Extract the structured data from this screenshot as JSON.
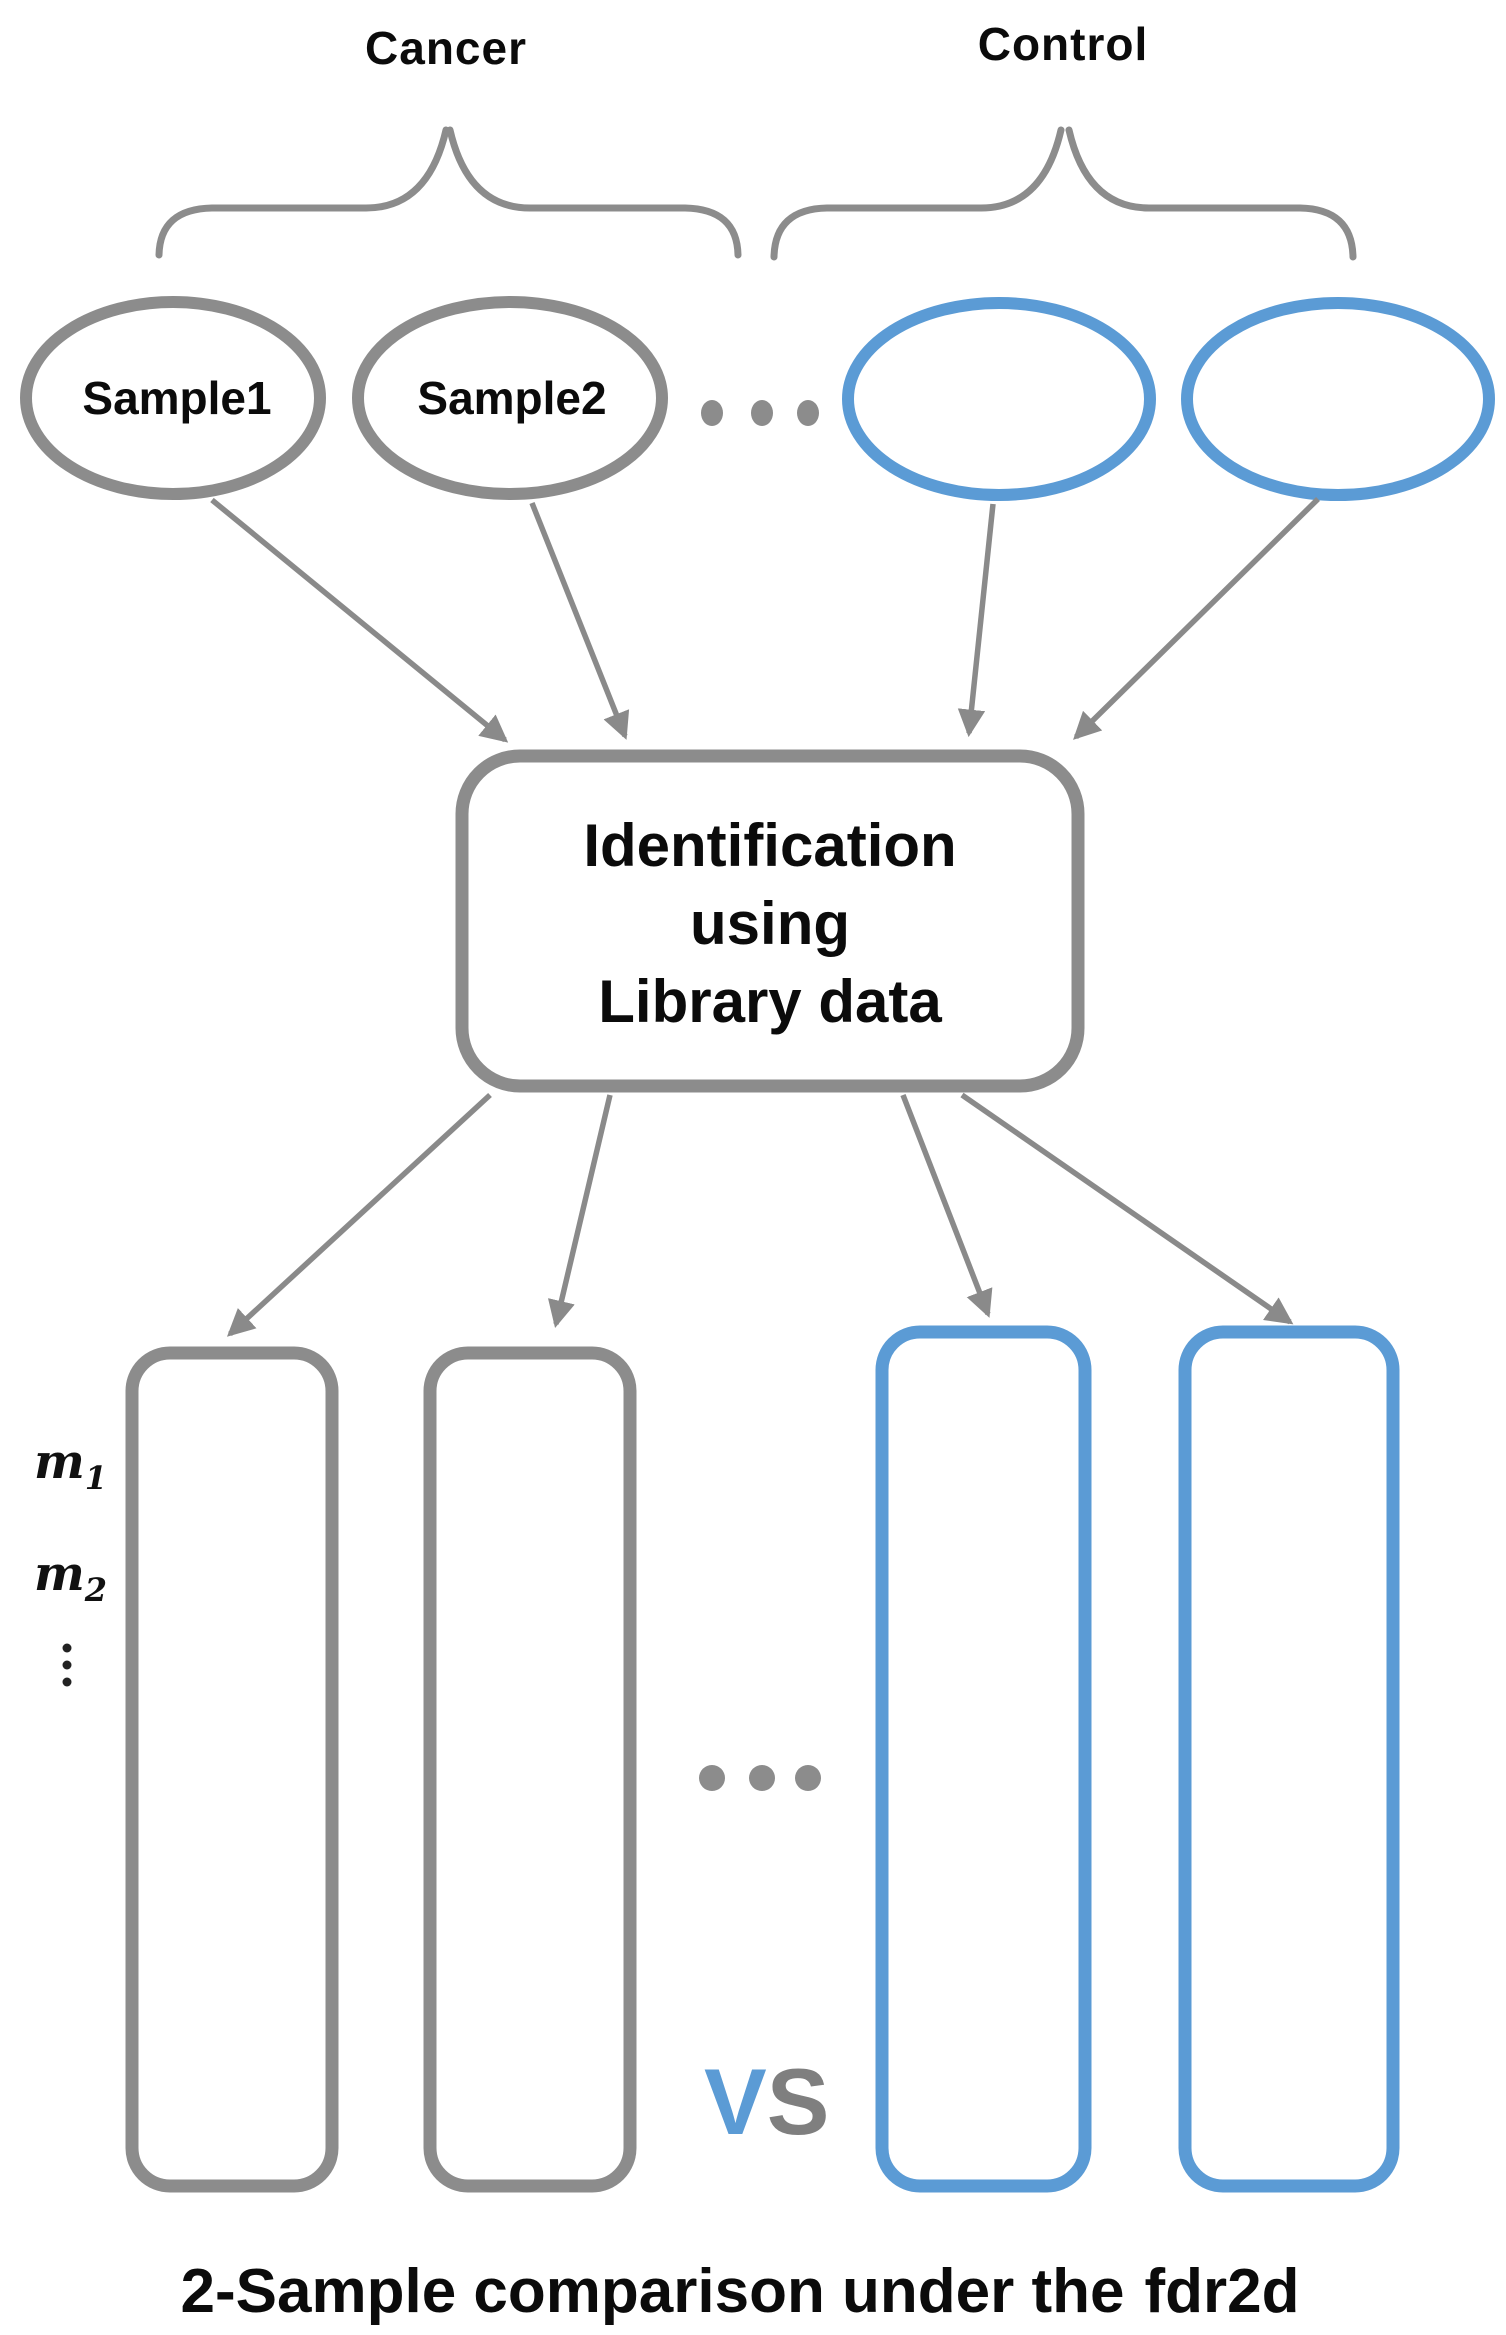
{
  "groups": {
    "cancer_label": "Cancer",
    "control_label": "Control"
  },
  "samples": {
    "sample1_label": "Sample1",
    "sample2_label": "Sample2"
  },
  "process_box": {
    "line1": "Identification",
    "line2": "using",
    "line3": "Library data"
  },
  "matrix_labels": {
    "m1_base": "m",
    "m1_sub": "1",
    "m2_base": "m",
    "m2_sub": "2"
  },
  "comparison": {
    "vs_v": "V",
    "vs_s": "S"
  },
  "caption": {
    "main": "2-Sample comparison under the",
    "term": "fdr2d"
  },
  "colors": {
    "gray": "#8c8c8c",
    "blue": "#5b9bd5",
    "arrow": "#8a8a8a",
    "vs_gray": "#7f7f7f"
  }
}
